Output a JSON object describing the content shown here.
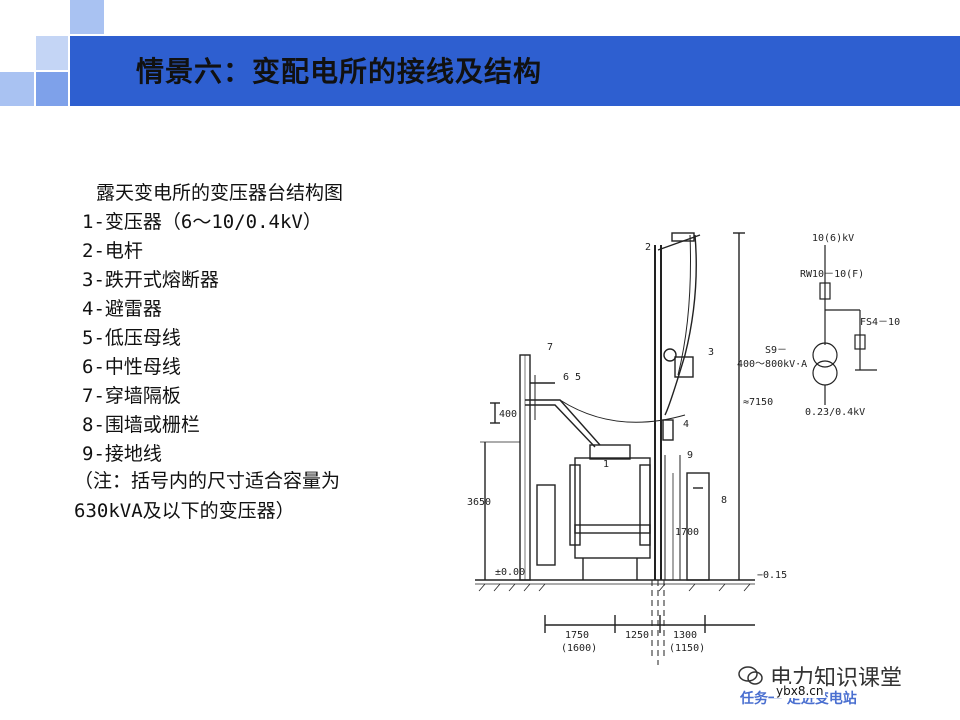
{
  "header": {
    "title": "情景六：变配电所的接线及结构"
  },
  "content": {
    "caption": "露天变电所的变压器台结构图",
    "legend_items": [
      "1-变压器（6～10/0.4kV）",
      "2-电杆",
      "3-跌开式熔断器",
      "4-避雷器",
      "5-低压母线",
      "6-中性母线",
      "7-穿墙隔板",
      "8-围墙或栅栏",
      "9-接地线"
    ],
    "note_lines": [
      "（注：括号内的尺寸适合容量为",
      "630kVA及以下的变压器）"
    ]
  },
  "figure": {
    "circuit_labels": {
      "voltage_in": "10(6)kV",
      "fuse": "RW10－10(F)",
      "arrester": "FS4－10",
      "transformer_model": "S9－",
      "transformer_capacity": "400～800kV·A",
      "voltage_out": "0.23/0.4kV"
    },
    "dimensions": {
      "d400": "400",
      "d3650": "3650",
      "d7150": "≈7150",
      "d1700": "1700",
      "zero_level": "±0.00",
      "minus_level": "−0.15",
      "d1750": "1750",
      "d1600": "(1600)",
      "d1250": "1250",
      "d1300": "1300",
      "d1150": "(1150)"
    },
    "callouts": [
      "1",
      "2",
      "3",
      "4",
      "5",
      "6",
      "7",
      "8",
      "9"
    ]
  },
  "footer": {
    "partial_text": "任务一 走进变电站",
    "watermark_text": "电力知识课堂",
    "site": "ybx8.cn"
  },
  "colors": {
    "title_bar": "#2e5fd0",
    "squares_dark": "#4f7fe0",
    "squares_light": "#a9c2f2",
    "footer_text": "#4a6fd0"
  }
}
